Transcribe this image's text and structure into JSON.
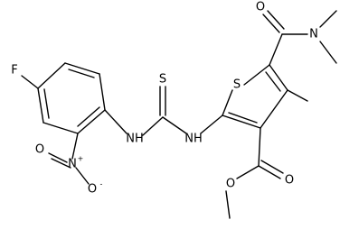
{
  "structure": {
    "atoms": {
      "F": "F",
      "N_nitro": "N",
      "N_nitro_charge": "+",
      "O_nitro_top": "O",
      "O_nitro_bottom": "O",
      "O_nitro_bottom_charge": "-",
      "NH_left": "NH",
      "S_thio": "S",
      "NH_right": "NH",
      "S_ring": "S",
      "O_amide": "O",
      "N_amide": "N",
      "O_ester_carbonyl": "O",
      "O_ester": "O"
    }
  }
}
